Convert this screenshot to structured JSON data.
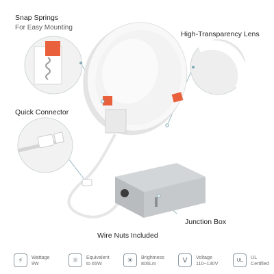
{
  "labels": {
    "snap_springs": "Snap Springs",
    "snap_springs_sub": "For Easy Mounting",
    "lens": "High-Transparency Lens",
    "quick_connector": "Quick Connector",
    "wire_nuts": "Wire Nuts Included",
    "junction_box": "Junction Box"
  },
  "specs": [
    {
      "icon": "wattage-icon",
      "glyph": "⚡",
      "label": "Wattage",
      "value": "9W"
    },
    {
      "icon": "equivalent-icon",
      "glyph": "☼",
      "label": "Equivalent",
      "value": "to 65W"
    },
    {
      "icon": "brightness-icon",
      "glyph": "☀",
      "label": "Brightness",
      "value": "806Lm"
    },
    {
      "icon": "voltage-icon",
      "glyph": "V",
      "label": "Voltage",
      "value": "110~130V"
    },
    {
      "icon": "ul-certified-icon",
      "glyph": "UL",
      "label": "UL",
      "value": "Certified"
    }
  ],
  "colors": {
    "accent_orange": "#e8603c",
    "callout_line": "#7fa8b5",
    "panel_white": "#f7f7f7",
    "box_metal": "#b8bcbf"
  }
}
